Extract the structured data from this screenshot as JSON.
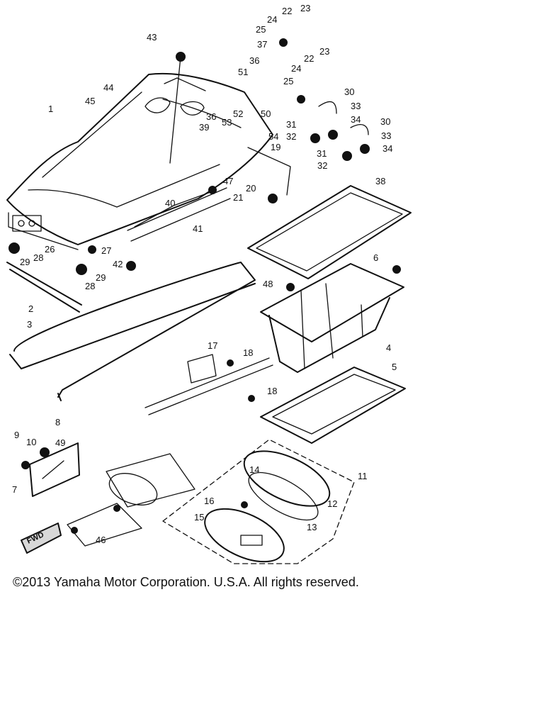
{
  "diagram": {
    "callouts": [
      "1",
      "2",
      "3",
      "4",
      "5",
      "6",
      "7",
      "8",
      "9",
      "10",
      "11",
      "12",
      "13",
      "14",
      "15",
      "16",
      "17",
      "18",
      "18",
      "19",
      "20",
      "21",
      "22",
      "22",
      "23",
      "23",
      "24",
      "24",
      "25",
      "25",
      "26",
      "27",
      "28",
      "28",
      "29",
      "29",
      "30",
      "30",
      "31",
      "31",
      "32",
      "32",
      "33",
      "33",
      "34",
      "34",
      "36",
      "36",
      "37",
      "38",
      "39",
      "40",
      "41",
      "42",
      "43",
      "44",
      "45",
      "46",
      "47",
      "48",
      "49",
      "50",
      "51",
      "52",
      "53",
      "54"
    ],
    "fwd_label": "FWD"
  },
  "footer": {
    "copyright": "©2013 Yamaha Motor Corporation. U.S.A. All rights reserved."
  }
}
